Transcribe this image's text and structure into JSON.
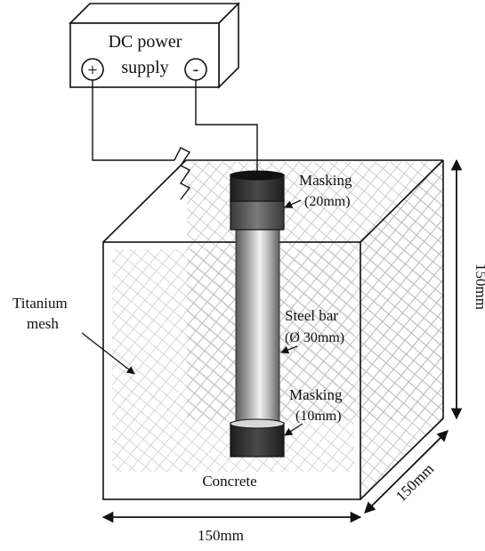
{
  "power_supply": {
    "title_line1": "DC power",
    "title_line2": "supply",
    "positive_symbol": "+",
    "negative_symbol": "-"
  },
  "labels": {
    "masking_top_line1": "Masking",
    "masking_top_line2": "(20mm)",
    "titanium_line1": "Titanium",
    "titanium_line2": "mesh",
    "steel_line1": "Steel bar",
    "steel_line2": "(Ø 30mm)",
    "masking_bottom_line1": "Masking",
    "masking_bottom_line2": "(10mm)",
    "concrete": "Concrete",
    "dim_width": "150mm",
    "dim_depth": "150mm",
    "dim_height": "150mm"
  },
  "colors": {
    "line": "#111111",
    "mesh": "#b9b9b9",
    "masking": "#2a2a2a",
    "steel_dark": "#6e6e6e",
    "steel_light": "#eeeeee"
  }
}
